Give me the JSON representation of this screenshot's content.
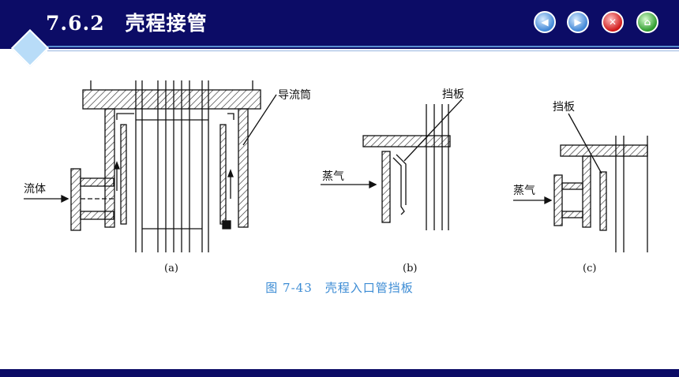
{
  "header": {
    "section_number": "7.6.2",
    "section_title": "壳程接管"
  },
  "nav": {
    "back_icon": "back-arrow-icon",
    "forward_icon": "forward-arrow-icon",
    "close_icon": "close-x-icon",
    "home_icon": "home-icon",
    "back_glyph": "◀",
    "forward_glyph": "▶",
    "close_glyph": "✕",
    "home_glyph": "⌂",
    "colors": {
      "back": "#3f86d6",
      "forward": "#3f86d6",
      "close": "#d01818",
      "home": "#2c9a2c"
    }
  },
  "figure": {
    "panel_a": {
      "label_fluid": "流体",
      "label_guide": "导流筒",
      "sublabel": "(a)"
    },
    "panel_b": {
      "label_steam": "蒸气",
      "label_baffle": "挡板",
      "sublabel": "(b)"
    },
    "panel_c": {
      "label_steam": "蒸气",
      "label_baffle": "挡板",
      "sublabel": "(c)"
    },
    "caption": "图 7-43　壳程入口管挡板"
  },
  "colors": {
    "header_bg": "#0c0c66",
    "caption": "#3b8bd4",
    "accent": "#b8dcf8"
  }
}
